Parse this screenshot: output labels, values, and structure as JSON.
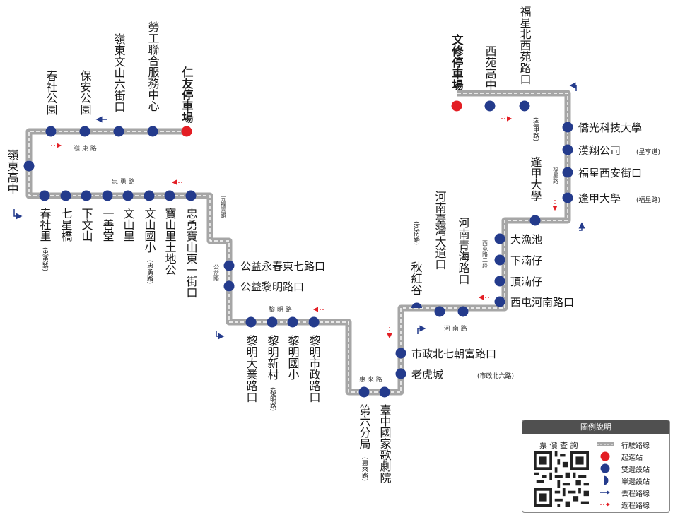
{
  "route_segment_a": {
    "terminus": "仁友停車場",
    "stops": [
      "勞工聯合服務中心",
      "嶺東文山六街口",
      "保安公園",
      "春社公園",
      "嶺東高中",
      "春社里",
      "七星橋",
      "下文山",
      "一善堂",
      "文山里",
      "文山國小",
      "寶山里土地公",
      "忠勇寶山東一街口",
      "公益永春東七路口",
      "公益黎明路口",
      "黎明大業路口",
      "黎明新村",
      "黎明國小",
      "黎明市政路口",
      "第六分局",
      "臺中國家歌劇院"
    ]
  },
  "route_segment_b": {
    "terminus": "文修停車場",
    "stops": [
      "西苑高中",
      "福星北西苑路口",
      "僑光科技大學",
      "漢翔公司",
      "福星西安街口",
      "逢甲大學",
      "逢甲大學",
      "大漁池",
      "下湳仔",
      "頂湳仔",
      "西屯河南路口",
      "河南青海路口",
      "河南臺灣大道口",
      "秋紅谷",
      "市政北七朝富路口",
      "老虎城"
    ]
  },
  "stop_notes": {
    "chunsheli": "(忠勇路)",
    "wenshan_school": "(忠勇路)",
    "liming_village": "(黎明路)",
    "sixth_bureau": "(惠來路)",
    "qiuhonggu": "(河南路)",
    "fengjia_inner": "(逢甲路)",
    "hanxiang": "(星享道)",
    "fengjia_right": "(福星路)",
    "laohucheng": "(市政北六路)"
  },
  "roads": {
    "lingdong": "嶺 東 路",
    "zhongyong": "忠 勇 路",
    "wufu": "五福園路",
    "gongyi": "公益路",
    "liming": "黎 明 路",
    "huilai": "惠 來 路",
    "henan": "河 南 路",
    "xitun": "西屯路二段",
    "fuxing": "福星路"
  },
  "legend": {
    "title": "圖例說明",
    "qr_title": "票 價 查 詢",
    "items": [
      "行駛路線",
      "起迄站",
      "雙邊設站",
      "單邊設站",
      "去程路線",
      "返程路線"
    ]
  },
  "colors": {
    "route_line": "#a6a6a6",
    "stop": "#243b8c",
    "terminus": "#e31e24",
    "outbound_arrow": "#243b8c",
    "return_arrow": "#e31e24"
  }
}
